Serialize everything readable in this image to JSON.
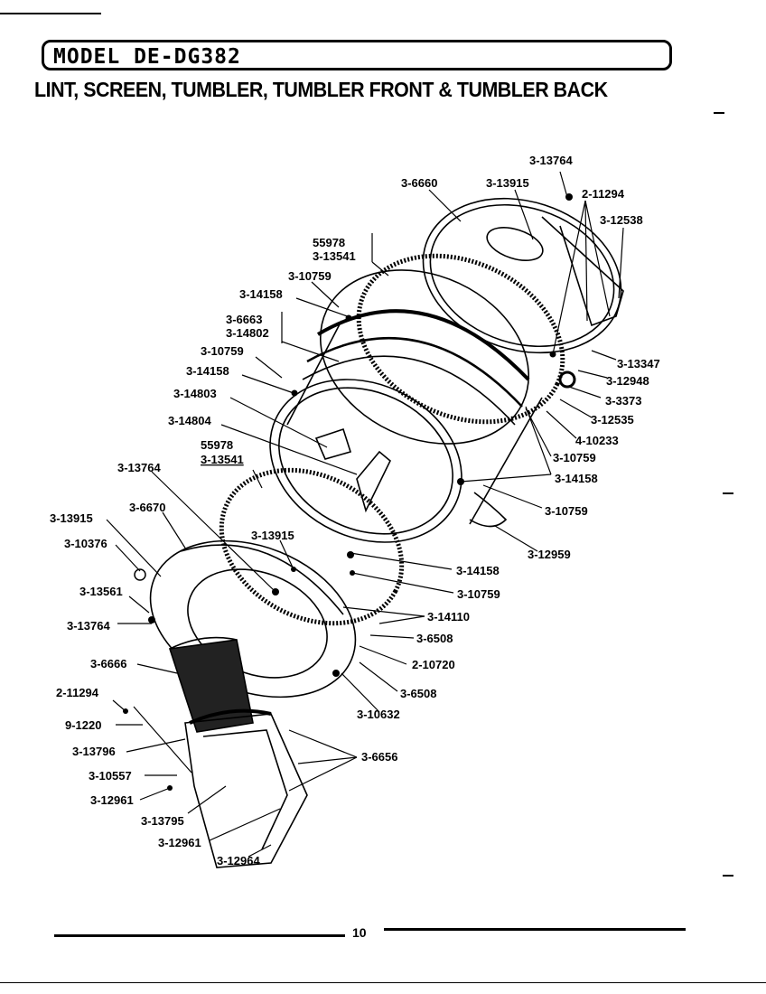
{
  "header": {
    "model": "MODEL DE-DG382",
    "title": "LINT, SCREEN, TUMBLER, TUMBLER FRONT & TUMBLER BACK"
  },
  "footer": {
    "page_number": "10"
  },
  "parts": {
    "p1": "3-13764",
    "p2": "3-6660",
    "p3": "3-13915",
    "p4": "2-11294",
    "p5": "3-12538",
    "p6": "55978",
    "p7": "3-13541",
    "p8": "3-10759",
    "p9": "3-14158",
    "p10": "3-6663",
    "p11": "3-14802",
    "p12": "3-10759",
    "p13": "3-14158",
    "p14": "3-14803",
    "p15": "3-14804",
    "p16": "55978",
    "p17": "3-13541",
    "p18": "3-13764",
    "p19": "3-13347",
    "p20": "3-12948",
    "p21": "3-3373",
    "p22": "3-12535",
    "p23": "4-10233",
    "p24": "3-10759",
    "p25": "3-14158",
    "p26": "3-10759",
    "p27": "3-12959",
    "p28": "3-6670",
    "p29": "3-13915",
    "p30": "3-10376",
    "p31": "3-13915",
    "p32": "3-14158",
    "p33": "3-10759",
    "p34": "3-13561",
    "p35": "3-13764",
    "p36": "3-14110",
    "p37": "3-6508",
    "p38": "2-10720",
    "p39": "3-6666",
    "p40": "3-6508",
    "p41": "2-11294",
    "p42": "3-10632",
    "p43": "9-1220",
    "p44": "3-13796",
    "p45": "3-6656",
    "p46": "3-10557",
    "p47": "3-12961",
    "p48": "3-13795",
    "p49": "3-12961",
    "p50": "3-12964"
  }
}
